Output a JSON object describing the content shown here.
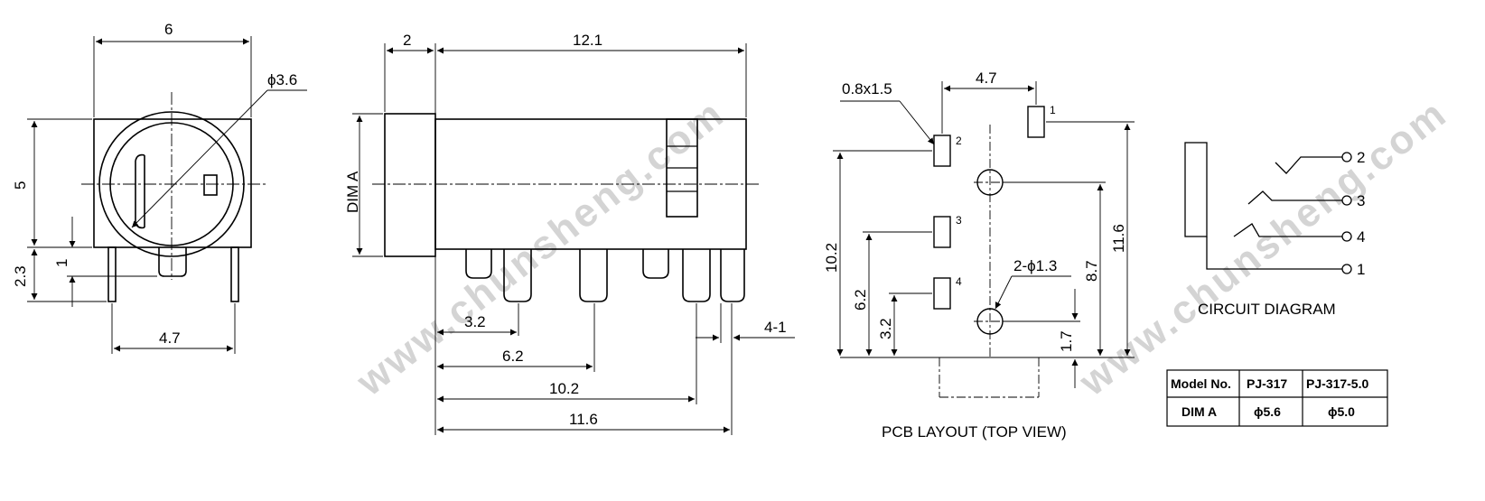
{
  "side_view": {
    "width": "6",
    "height": "5",
    "hole_dia": "ϕ3.6",
    "pin_height": "2.3",
    "pin_offset": "1",
    "pin_span": "4.7"
  },
  "front_view": {
    "head_len": "2",
    "body_len": "12.1",
    "dim_a_label": "DIM A",
    "pin_32": "3.2",
    "pin_62": "6.2",
    "pin_102": "10.2",
    "pin_116": "11.6",
    "pin_width": "4-1"
  },
  "pcb_layout": {
    "caption": "PCB LAYOUT (TOP VIEW)",
    "pad_size": "0.8x1.5",
    "pitch_47": "4.7",
    "hole_dia": "2-ϕ1.3",
    "v_102": "10.2",
    "v_62": "6.2",
    "v_32": "3.2",
    "v_87": "8.7",
    "v_116": "11.6",
    "v_17": "1.7",
    "pins": [
      "1",
      "2",
      "3",
      "4"
    ]
  },
  "circuit": {
    "caption": "CIRCUIT DIAGRAM",
    "pins": [
      "2",
      "3",
      "4",
      "1"
    ]
  },
  "table": {
    "headers": [
      "Model No.",
      "PJ-317",
      "PJ-317-5.0"
    ],
    "rows": [
      [
        "DIM A",
        "ϕ5.6",
        "ϕ5.0"
      ]
    ]
  },
  "watermark": "www.chunsheng.com"
}
